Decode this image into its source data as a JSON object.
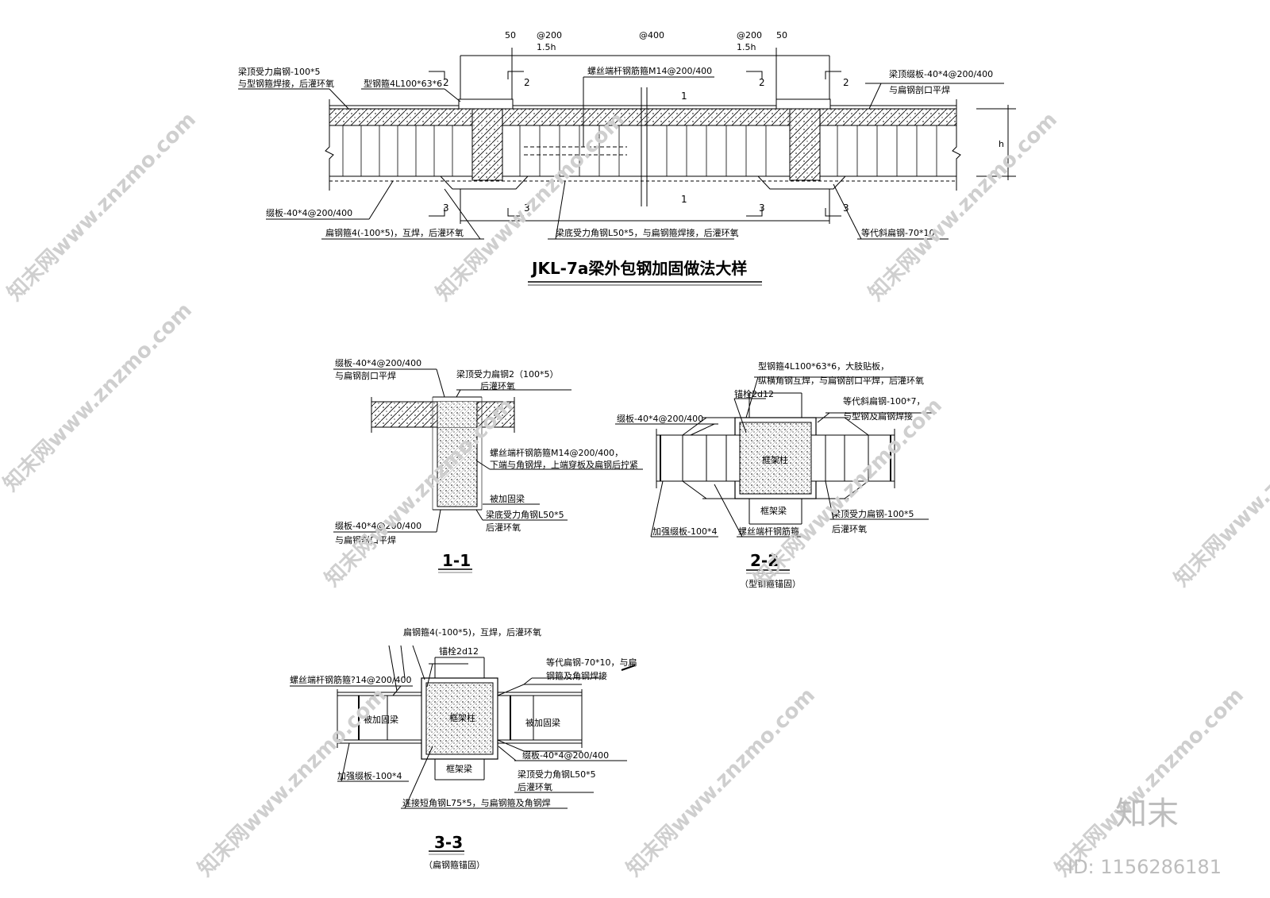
{
  "main_title": "JKL-7a梁外包钢加固做法大样",
  "top_detail": {
    "dims": {
      "d50_left": "50",
      "at200_left": "@200",
      "h15_left": "1.5h",
      "at400": "@400",
      "at200_right": "@200",
      "d50_right": "50",
      "h15_right": "1.5h",
      "h": "h"
    },
    "cut_marks": {
      "s2": "2",
      "s3": "3",
      "s1": "1"
    },
    "labels": {
      "top_plate_l1": "梁顶受力扁钢-100*5",
      "top_plate_l2": "与型钢箍焊接，后灌环氧",
      "angle_hoop": "型钢箍4L100*63*6",
      "bolt_hoop": "螺丝端杆钢筋箍M14@200/400",
      "batten_tr1": "梁顶缀板-40*4@200/400",
      "batten_tr2": "与扁钢剖口平焊",
      "batten_bl": "缀板-40*4@200/400",
      "flat_hoop": "扁钢箍4(-100*5)，互焊，后灌环氧",
      "bottom_angle": "梁底受力角钢L50*5，与扁钢箍焊接，后灌环氧",
      "diag_flat": "等代斜扁钢-70*10"
    }
  },
  "section_1_1": {
    "name": "1-1",
    "labels": {
      "batten_top1": "缀板-40*4@200/400",
      "batten_top2": "与扁钢剖口平焊",
      "top_flat1": "梁顶受力扁钢2（100*5）",
      "top_flat2": "后灌环氧",
      "bolt1": "螺丝端杆钢筋箍M14@200/400，",
      "bolt2": "下端与角钢焊，上端穿板及扁钢后拧紧",
      "beam": "被加固梁",
      "bottom_angle1": "梁底受力角钢L50*5",
      "bottom_angle2": "后灌环氧",
      "batten_bot1": "缀板-40*4@200/400",
      "batten_bot2": "与扁钢剖口平焊"
    }
  },
  "section_2_2": {
    "name": "2-2",
    "subtitle": "（型钢箍锚固）",
    "labels": {
      "hoop1": "型钢箍4L100*63*6，大肢贴板，",
      "hoop2": "纵横角钢互焊，与扁钢剖口平焊，后灌环氧",
      "anchor": "锚栓2d12",
      "diag1": "等代斜扁钢-100*7，",
      "diag2": "与型钢及扁钢焊接",
      "batten": "缀板-40*4@200/400",
      "column": "框架柱",
      "frame_beam": "框架梁",
      "top_flat1": "梁顶受力扁钢-100*5",
      "top_flat2": "后灌环氧",
      "strong_batten": "加强缀板-100*4",
      "bolt_hoop": "螺丝端杆钢筋箍"
    }
  },
  "section_3_3": {
    "name": "3-3",
    "subtitle": "（扁钢箍锚固）",
    "labels": {
      "flat_hoop": "扁钢箍4(-100*5)，互焊，后灌环氧",
      "anchor": "锚栓2d12",
      "bolt": "螺丝端杆钢筋箍?14@200/400",
      "diag1": "等代扁钢-70*10，与扁",
      "diag2": "钢箍及角钢焊接",
      "beam_l": "被加固梁",
      "beam_r": "被加固梁",
      "column": "框架柱",
      "frame_beam": "框架梁",
      "batten": "缀板-40*4@200/400",
      "top_angle1": "梁顶受力角钢L50*5",
      "top_angle2": "后灌环氧",
      "strong_batten": "加强缀板-100*4",
      "short_angle": "连接短角钢L75*5，与扁钢箍及角钢焊"
    }
  },
  "watermark": {
    "text": "知末网www.znzmo.com",
    "logo": "知末",
    "id": "ID: 1156286181"
  }
}
